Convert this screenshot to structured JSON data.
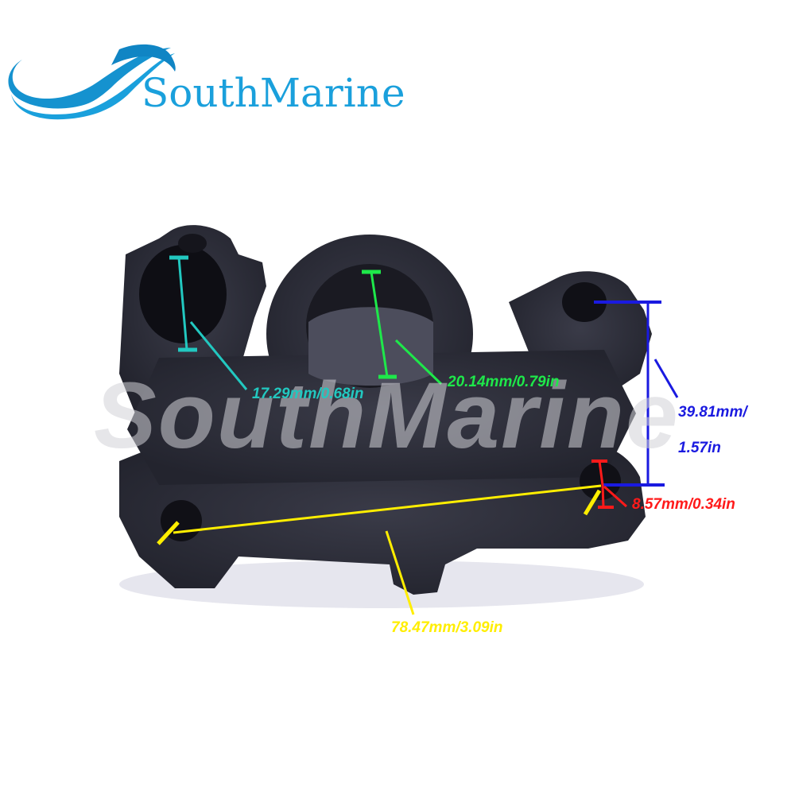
{
  "brand": {
    "name": "SouthMarine",
    "color": "#1aa0dc",
    "icon": "wave-logo-icon"
  },
  "watermark": {
    "text": "SouthMarine"
  },
  "product": {
    "description": "Outboard water pump housing (black plastic)",
    "body_color": "#2a2b36"
  },
  "measurements": [
    {
      "id": "outlet-bore",
      "label": "17.29mm/0.68in",
      "color": "#22c8c0"
    },
    {
      "id": "center-bore",
      "label": "20.14mm/0.79in",
      "color": "#1ee84a"
    },
    {
      "id": "mount-spacing-vertical",
      "label_line1": "39.81mm/",
      "label_line2": "1.57in",
      "color": "#1a1ae0"
    },
    {
      "id": "mount-hole",
      "label": "8.57mm/0.34in",
      "color": "#ff1a1a"
    },
    {
      "id": "mount-spacing-horizontal",
      "label": "78.47mm/3.09in",
      "color": "#ffee00"
    }
  ]
}
